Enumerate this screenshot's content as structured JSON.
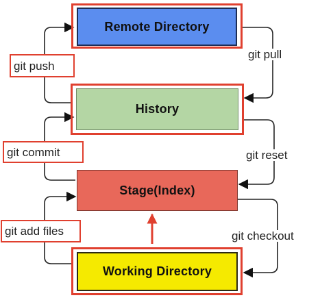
{
  "nodes": {
    "remote": {
      "label": "Remote Directory",
      "fill": "#5b8def"
    },
    "history": {
      "label": "History",
      "fill": "#b4d6a4"
    },
    "stage": {
      "label": "Stage(Index)",
      "fill": "#e8685a"
    },
    "working": {
      "label": "Working Directory",
      "fill": "#f5ea00"
    }
  },
  "commands": {
    "push": "git push",
    "commit": "git commit",
    "add": "git add files",
    "pull": "git pull",
    "reset": "git reset",
    "checkout": "git checkout"
  },
  "colors": {
    "highlight": "#e0402f",
    "line": "#222222",
    "up_arrow": "#e0402f"
  }
}
